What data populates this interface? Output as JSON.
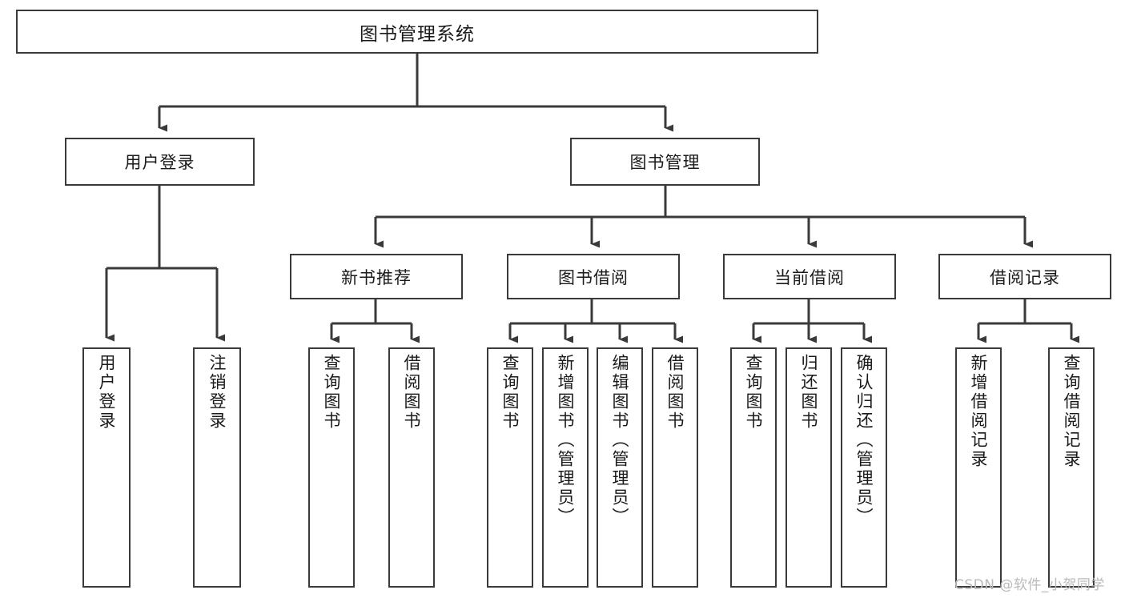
{
  "diagram": {
    "type": "tree",
    "title": "图书管理系统",
    "orientation": "top-down",
    "watermark": "CSDN @软件_小贺同学",
    "colors": {
      "box_border": "#3a3a3a",
      "box_fill": "#ffffff",
      "edge": "#3a3a3a",
      "text": "#1a1a1a",
      "watermark": "#b9b9b9",
      "background": "#ffffff"
    },
    "nodes": {
      "root": {
        "label": "图书管理系统"
      },
      "level1": [
        {
          "id": "user-login",
          "label": "用户登录"
        },
        {
          "id": "book-manage",
          "label": "图书管理"
        }
      ],
      "level2": [
        {
          "id": "new-book-recommend",
          "label": "新书推荐"
        },
        {
          "id": "book-borrow",
          "label": "图书借阅"
        },
        {
          "id": "current-borrow",
          "label": "当前借阅"
        },
        {
          "id": "borrow-record",
          "label": "借阅记录"
        }
      ],
      "leaves": {
        "user-login": [
          {
            "id": "leaf-user-login",
            "label": "用户登录"
          },
          {
            "id": "leaf-user-logout",
            "label": "注销登录"
          }
        ],
        "new-book-recommend": [
          {
            "id": "leaf-query-book-1",
            "label": "查询图书"
          },
          {
            "id": "leaf-borrow-book-1",
            "label": "借阅图书"
          }
        ],
        "book-borrow": [
          {
            "id": "leaf-query-book-2",
            "label": "查询图书"
          },
          {
            "id": "leaf-add-book",
            "label": "新增图书（管理员）"
          },
          {
            "id": "leaf-edit-book",
            "label": "编辑图书（管理员）"
          },
          {
            "id": "leaf-borrow-book-2",
            "label": "借阅图书"
          }
        ],
        "current-borrow": [
          {
            "id": "leaf-query-book-3",
            "label": "查询图书"
          },
          {
            "id": "leaf-return-book",
            "label": "归还图书"
          },
          {
            "id": "leaf-confirm-return",
            "label": "确认归还（管理员）"
          }
        ],
        "borrow-record": [
          {
            "id": "leaf-add-record",
            "label": "新增借阅记录"
          },
          {
            "id": "leaf-query-record",
            "label": "查询借阅记录"
          }
        ]
      }
    }
  }
}
